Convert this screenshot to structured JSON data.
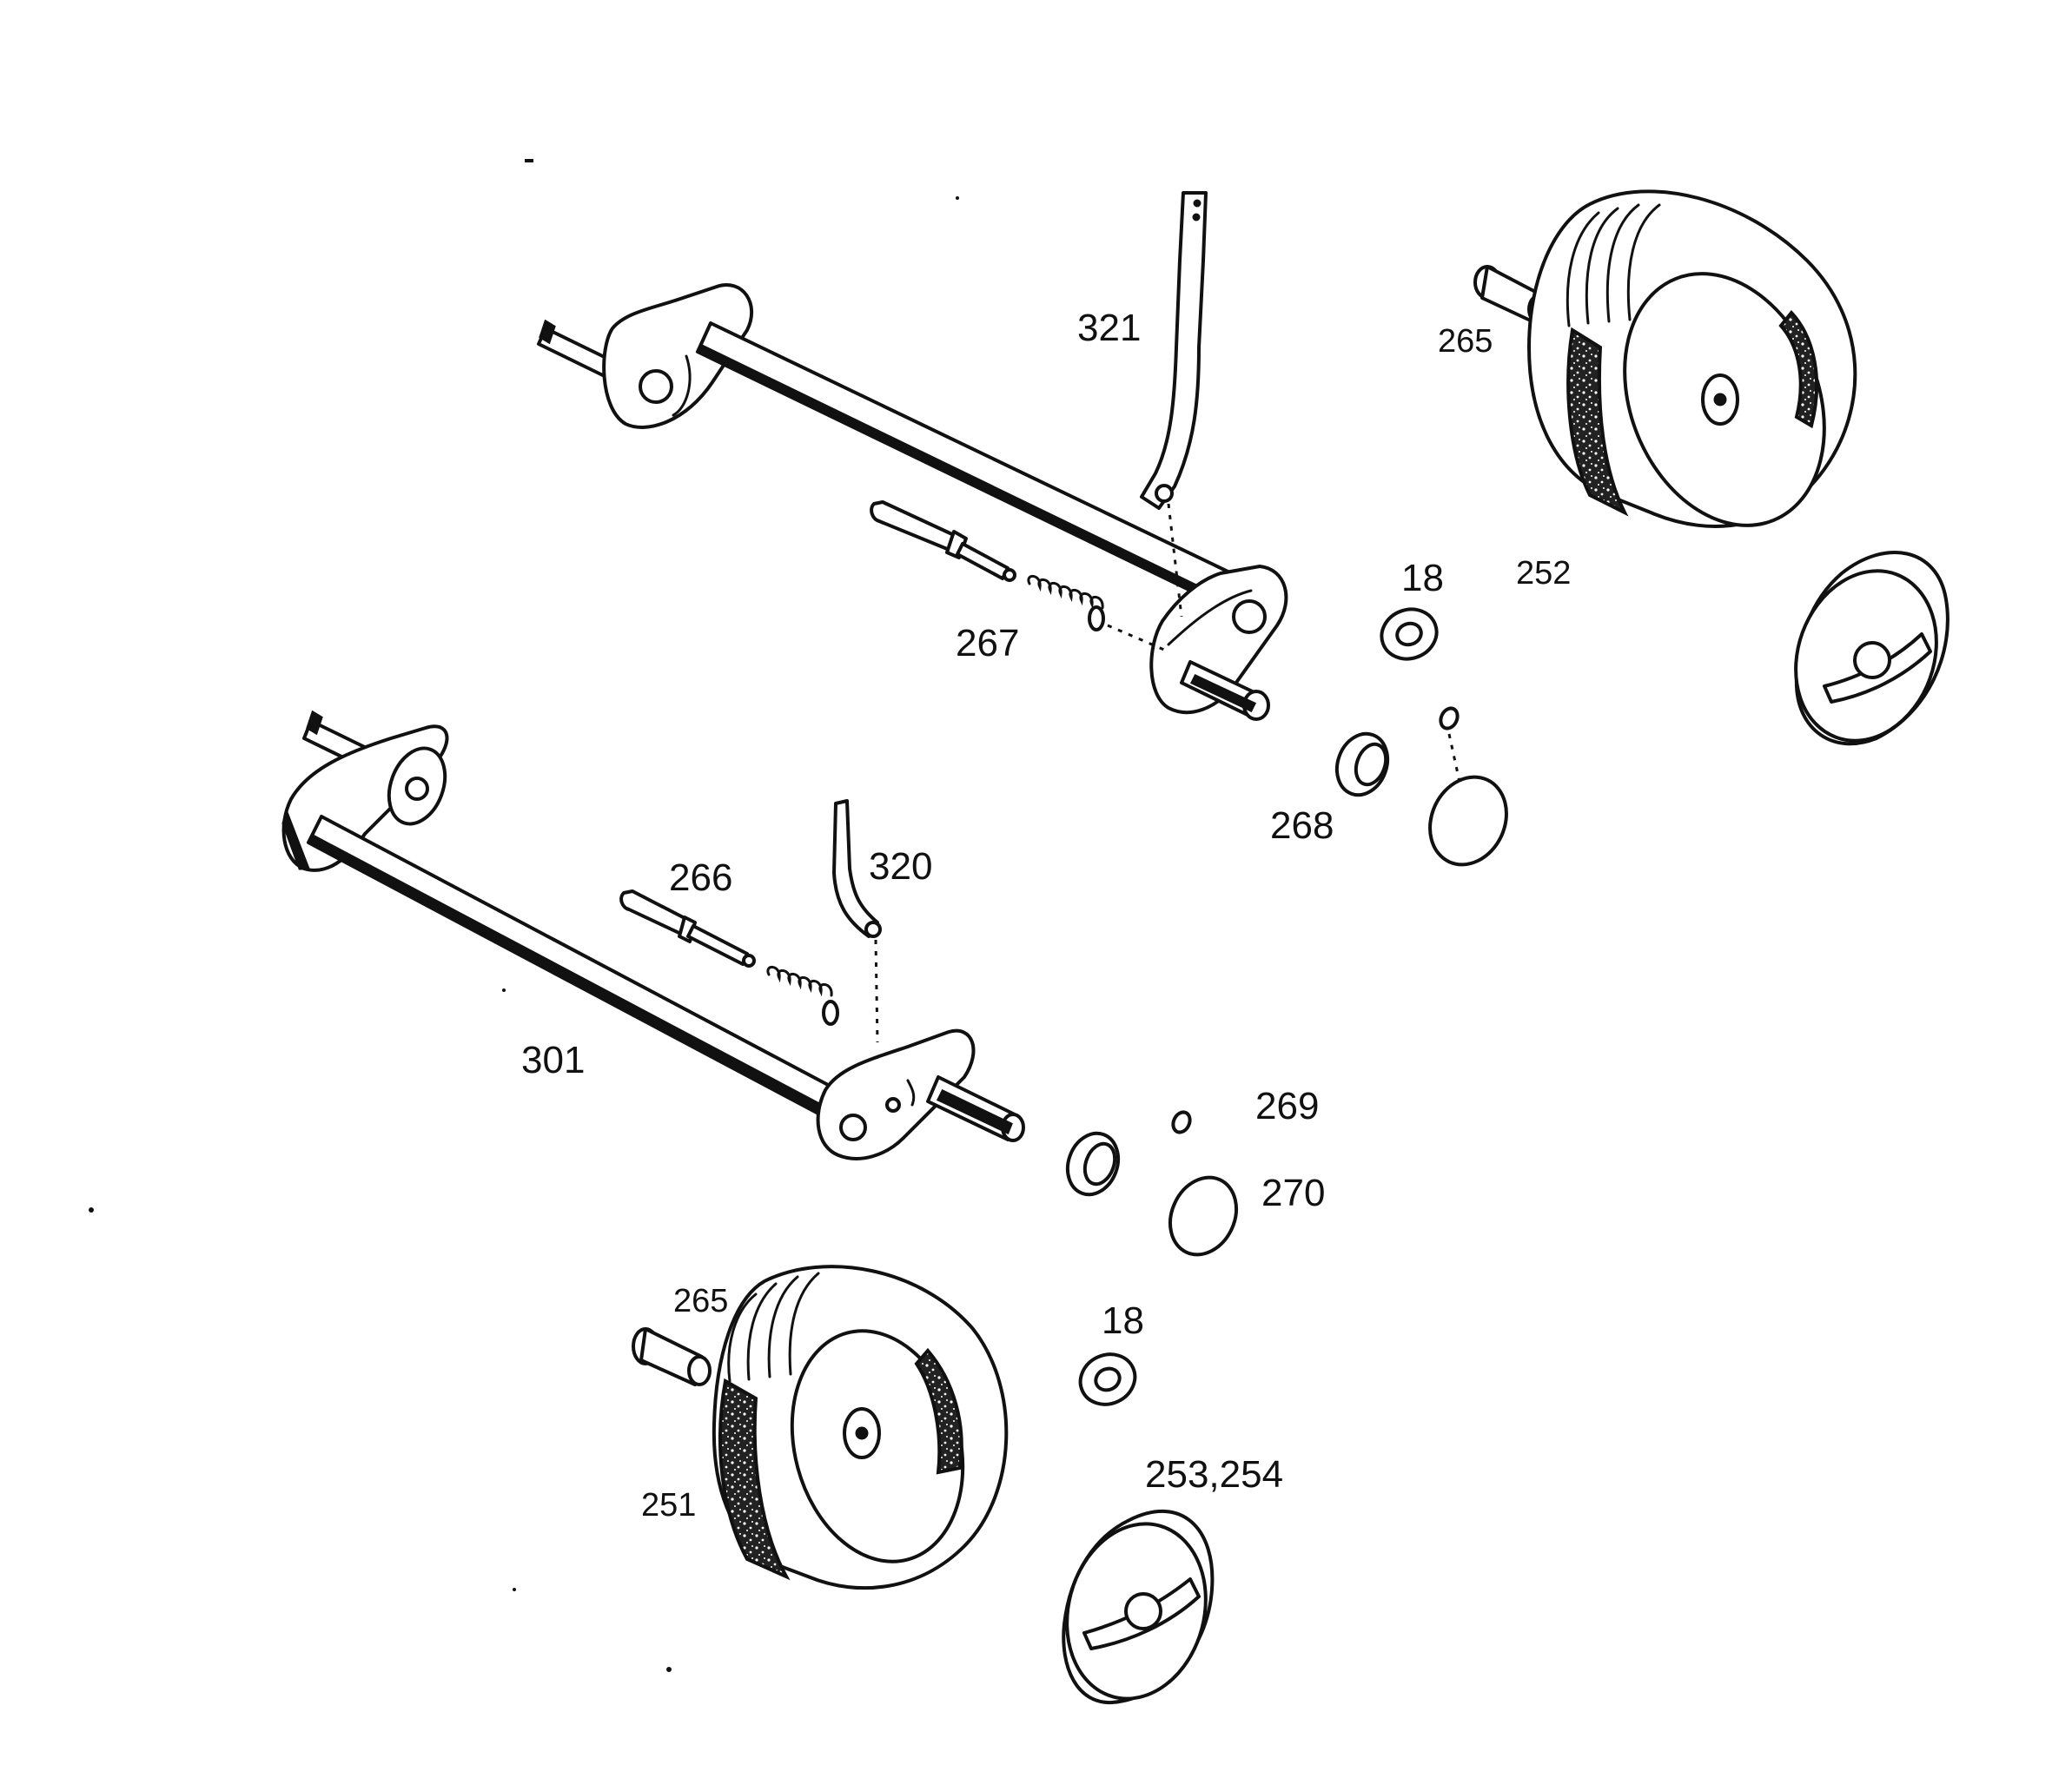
{
  "labels": {
    "l321": "321",
    "l265_top": "265",
    "l267": "267",
    "l18_top": "18",
    "l252": "252",
    "l268": "268",
    "l266": "266",
    "l320": "320",
    "l301": "301",
    "l269": "269",
    "l270": "270",
    "l265_bottom": "265",
    "l18_bottom": "18",
    "l251": "251",
    "l253_254": "253,254"
  },
  "colors": {
    "ink": "#111111",
    "paper": "#ffffff"
  }
}
